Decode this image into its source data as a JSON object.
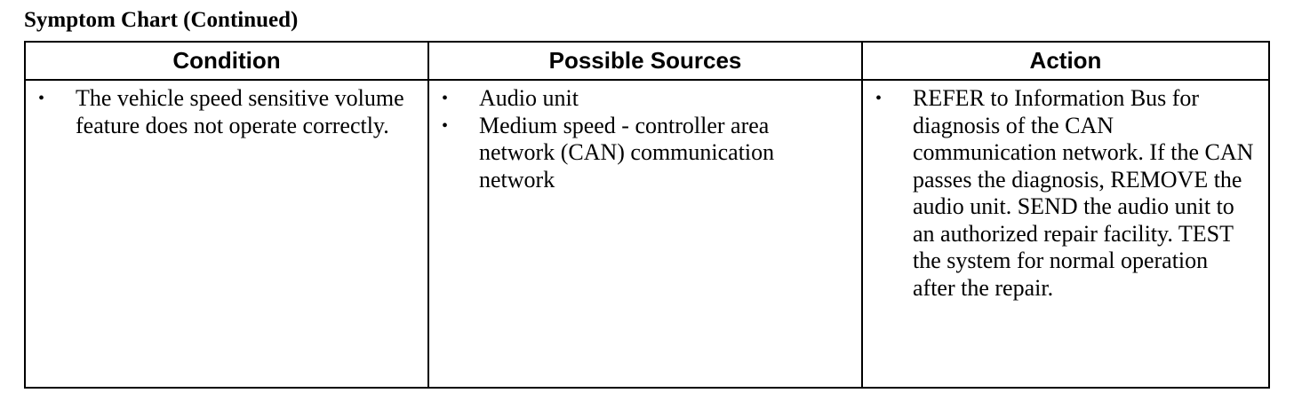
{
  "page": {
    "title": "Symptom Chart (Continued)"
  },
  "table": {
    "headers": {
      "condition": "Condition",
      "sources": "Possible Sources",
      "action": "Action"
    },
    "rows": [
      {
        "condition": [
          "The vehicle speed sensitive volume feature does not operate correctly."
        ],
        "sources": [
          "Audio unit",
          "Medium speed - controller area network (CAN) communication network"
        ],
        "action": [
          "REFER to Information Bus for diagnosis of the CAN communication network. If the CAN passes the diagnosis, REMOVE the audio unit. SEND the audio unit to an authorized repair facility. TEST the system for normal operation after the repair."
        ]
      }
    ]
  },
  "bullet_symbol": "•"
}
